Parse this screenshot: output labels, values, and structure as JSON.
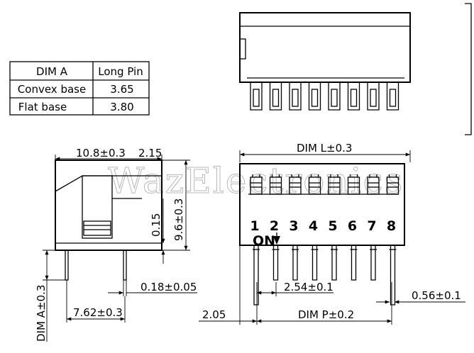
{
  "table": {
    "headers": [
      "DIM A",
      "Long Pin"
    ],
    "rows": [
      [
        "Convex base",
        "3.65"
      ],
      [
        "Flat base",
        "3.80"
      ]
    ]
  },
  "dimensions": {
    "width_side": "10.8±0.3",
    "offset_top": "2.15",
    "height": "9.6±0.3",
    "step": "0.15",
    "pin_thickness": "0.18±0.05",
    "row_spacing": "7.62±0.3",
    "dim_a": "DIM A±0.3",
    "dim_l": "DIM L±0.3",
    "pitch": "2.54±0.1",
    "pin_width": "0.56±0.1",
    "edge_offset": "2.05",
    "dim_p": "DIM P±0.2"
  },
  "switch_numbers": [
    "1",
    "2",
    "3",
    "4",
    "5",
    "6",
    "7",
    "8"
  ],
  "on_label": "ON",
  "watermark": "WazElectronics"
}
